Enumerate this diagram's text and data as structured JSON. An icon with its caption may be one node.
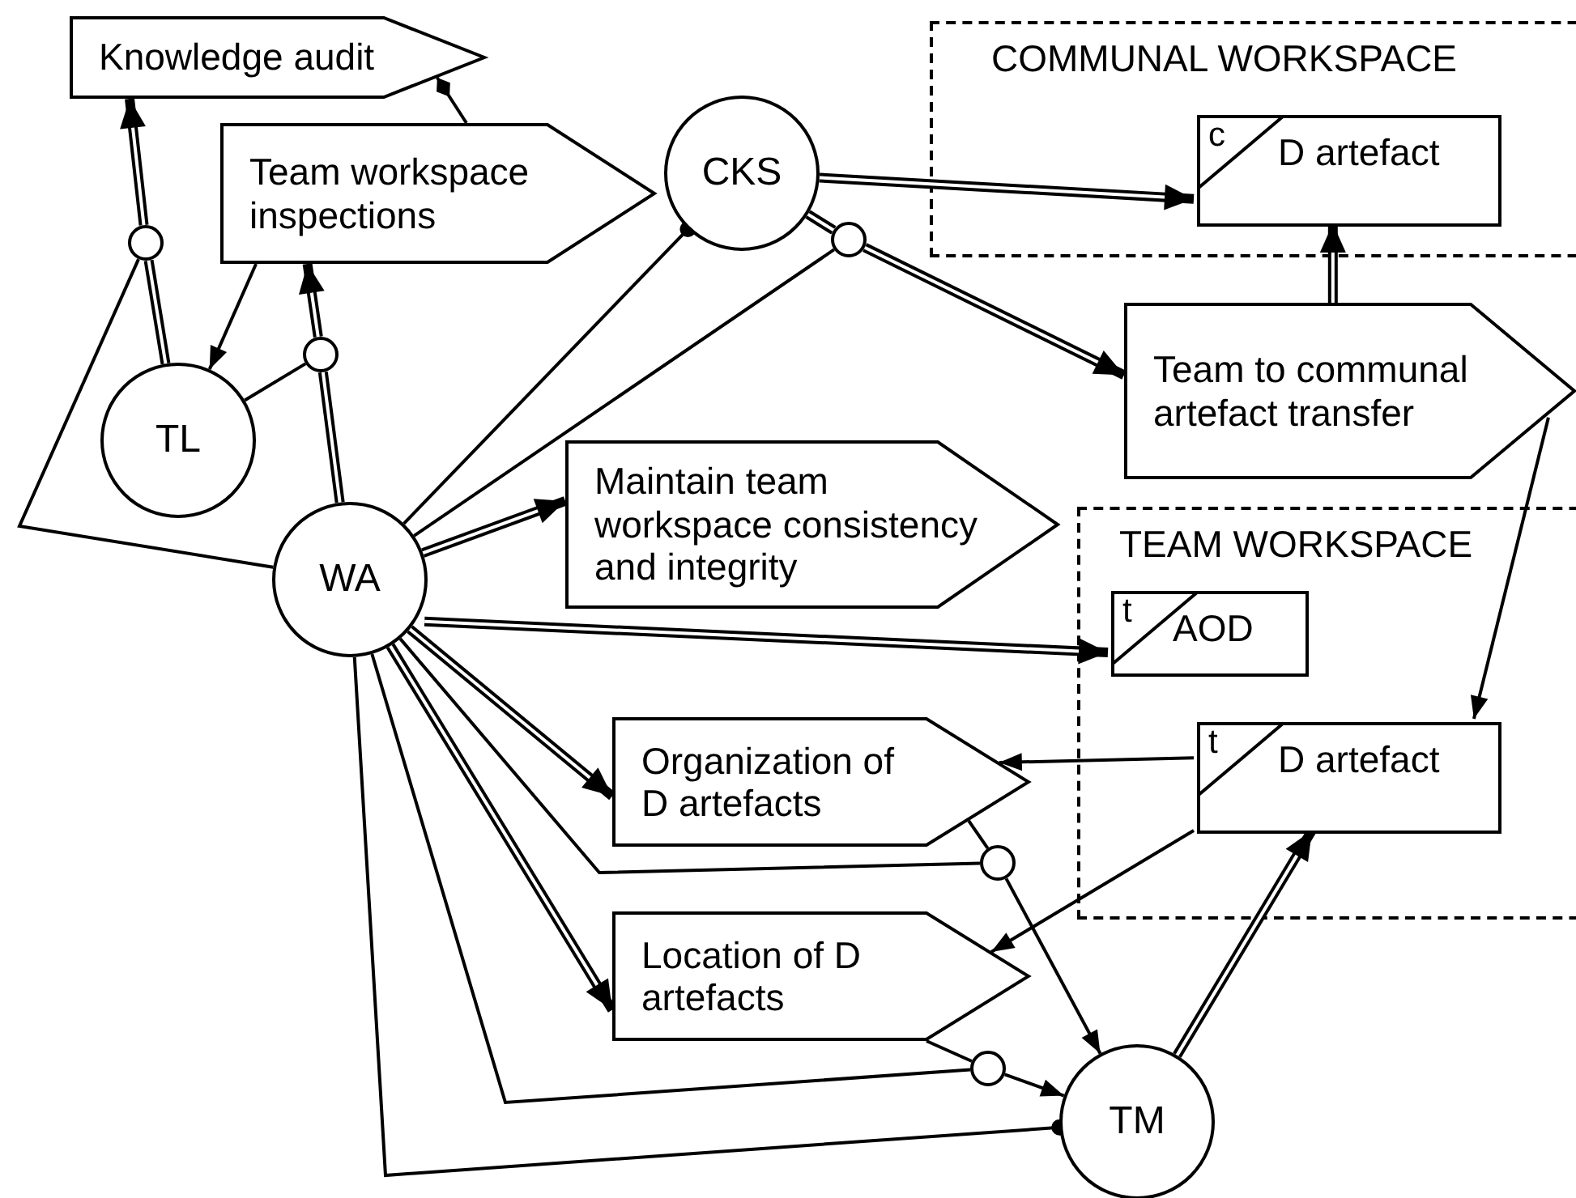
{
  "diagram": {
    "nodes": [
      {
        "text": [
          "Knowledge audit"
        ]
      },
      {
        "text": [
          "Team workspace inspections"
        ]
      },
      {
        "text": [
          "CKS"
        ]
      },
      {
        "text": [
          "COMMUNAL WORKSPACE"
        ]
      },
      {
        "text": [
          "c",
          "D artefact"
        ],
        "in": 3
      },
      {
        "text": [
          "Team to communal artefact transfer"
        ]
      },
      {
        "text": [
          "TL"
        ]
      },
      {
        "text": [
          "WA"
        ]
      },
      {
        "text": [
          "Maintain team workspace consistency and integrity"
        ]
      },
      {
        "text": [
          "TEAM WORKSPACE"
        ]
      },
      {
        "text": [
          "t",
          "AOD"
        ],
        "in": 9
      },
      {
        "text": [
          "t",
          "D artefact"
        ],
        "in": 9
      },
      {
        "text": [
          "Organization of D artefacts"
        ]
      },
      {
        "text": [
          "Location of D artefacts"
        ]
      },
      {
        "text": [
          "TM"
        ]
      },
      {
        "text": [],
        "shape": "circle"
      },
      {
        "text": [],
        "shape": "circle"
      },
      {
        "text": [],
        "shape": "circle"
      },
      {
        "text": [],
        "shape": "circle"
      },
      {
        "text": [],
        "shape": "circle"
      }
    ],
    "edges": [
      {
        "from": 6,
        "to": 15,
        "arrow": "none",
        "style": "thick"
      },
      {
        "from": 15,
        "to": 0,
        "arrow": "to",
        "style": "thick"
      },
      {
        "from": 15,
        "to": 7,
        "arrow": "none"
      },
      {
        "from": 1,
        "to": 0,
        "arrow": "other"
      },
      {
        "from": 1,
        "to": 6,
        "arrow": "to"
      },
      {
        "from": 7,
        "to": 16,
        "arrow": "none",
        "style": "thick"
      },
      {
        "from": 16,
        "to": 1,
        "arrow": "to",
        "style": "thick"
      },
      {
        "from": 6,
        "to": 16,
        "arrow": "none"
      },
      {
        "from": 7,
        "to": 2,
        "arrow": "other"
      },
      {
        "from": 7,
        "to": 17,
        "arrow": "none"
      },
      {
        "from": 2,
        "to": 17,
        "arrow": "none",
        "style": "thick"
      },
      {
        "from": 17,
        "to": 5,
        "arrow": "to",
        "style": "thick"
      },
      {
        "from": 2,
        "to": 4,
        "arrow": "to",
        "style": "thick"
      },
      {
        "from": 5,
        "to": 4,
        "arrow": "to",
        "style": "thick"
      },
      {
        "from": 5,
        "to": 11,
        "arrow": "to"
      },
      {
        "from": 7,
        "to": 8,
        "arrow": "to",
        "style": "thick"
      },
      {
        "from": 7,
        "to": 10,
        "arrow": "to",
        "style": "thick"
      },
      {
        "from": 7,
        "to": 12,
        "arrow": "to",
        "style": "thick"
      },
      {
        "from": 11,
        "to": 12,
        "arrow": "to"
      },
      {
        "from": 11,
        "to": 13,
        "arrow": "to"
      },
      {
        "from": 7,
        "to": 18,
        "arrow": "none"
      },
      {
        "from": 12,
        "to": 18,
        "arrow": "none"
      },
      {
        "from": 18,
        "to": 14,
        "arrow": "to"
      },
      {
        "from": 7,
        "to": 13,
        "arrow": "to",
        "style": "thick"
      },
      {
        "from": 7,
        "to": 19,
        "arrow": "none"
      },
      {
        "from": 13,
        "to": 19,
        "arrow": "none"
      },
      {
        "from": 19,
        "to": 14,
        "arrow": "to"
      },
      {
        "from": 7,
        "to": 14,
        "arrow": "other"
      },
      {
        "from": 14,
        "to": 11,
        "arrow": "to",
        "style": "thick"
      }
    ]
  }
}
